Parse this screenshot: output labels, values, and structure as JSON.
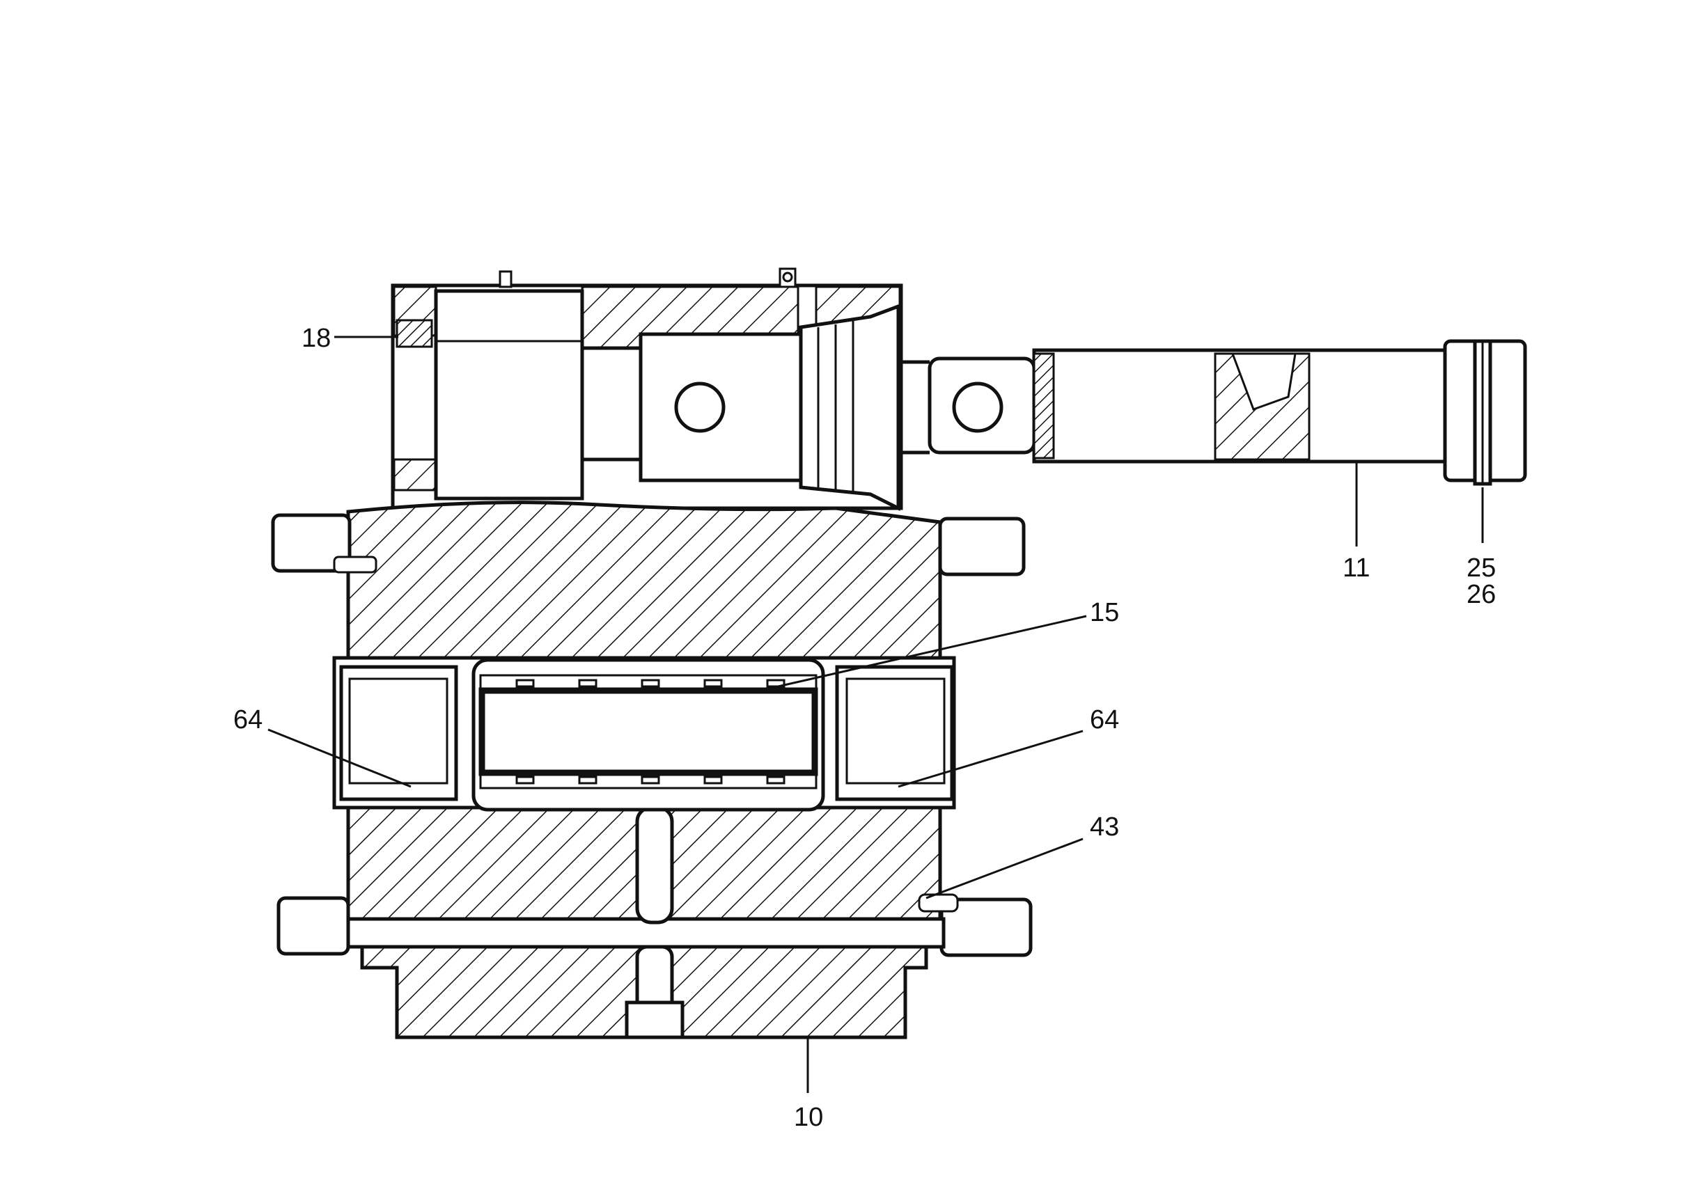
{
  "callouts": {
    "c18": "18",
    "c11": "11",
    "c25": "25",
    "c26": "26",
    "c15": "15",
    "c64_left": "64",
    "c64_right": "64",
    "c43": "43",
    "c10": "10"
  }
}
